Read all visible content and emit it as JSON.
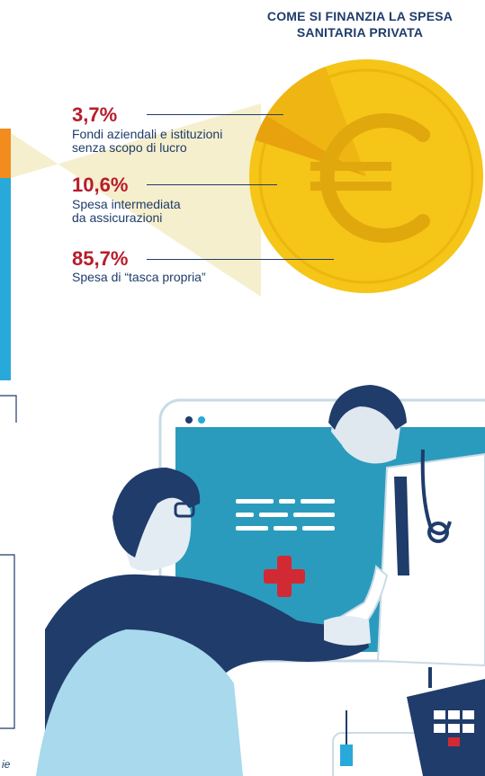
{
  "title": {
    "line1": "COME SI FINANZIA LA SPESA",
    "line2": "SANITARIA PRIVATA"
  },
  "items": [
    {
      "percent": "3,7%",
      "label_line1": "Fondi aziendali e istituzioni",
      "label_line2": "senza scopo di lucro"
    },
    {
      "percent": "10,6%",
      "label_line1": "Spesa intermediata",
      "label_line2": "da assicurazioni"
    },
    {
      "percent": "85,7%",
      "label_line1": "Spesa di “tasca propria”",
      "label_line2": ""
    }
  ],
  "chart_data": {
    "type": "pie",
    "title": "COME SI FINANZIA LA SPESA SANITARIA PRIVATA",
    "categories": [
      "Fondi aziendali e istituzioni senza scopo di lucro",
      "Spesa intermediata da assicurazioni",
      "Spesa di “tasca propria”"
    ],
    "values": [
      3.7,
      10.6,
      85.7
    ],
    "unit": "%"
  },
  "footer": {
    "text": "ie"
  },
  "colors": {
    "title": "#1f3c6b",
    "percent": "#b71c2b",
    "coin": "#f5c518",
    "left_bar_orange": "#f28c1e",
    "left_bar_blue": "#29a9d9",
    "screen": "#2b9bbd",
    "navy": "#1f3c6b"
  }
}
